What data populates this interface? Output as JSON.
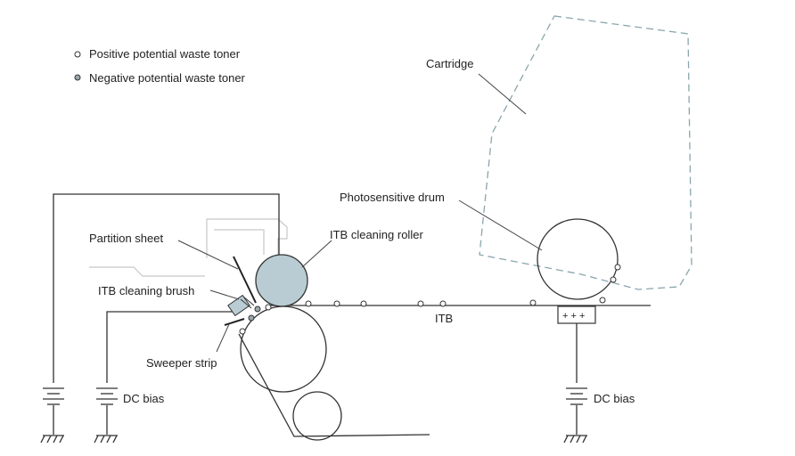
{
  "legend": {
    "positive": "Positive potential waste toner",
    "negative": "Negative potential waste toner"
  },
  "labels": {
    "cartridge": "Cartridge",
    "photosensitive_drum": "Photosensitive drum",
    "itb_cleaning_roller": "ITB cleaning roller",
    "partition_sheet": "Partition sheet",
    "itb_cleaning_brush": "ITB cleaning brush",
    "sweeper_strip": "Sweeper strip",
    "itb": "ITB",
    "dc_bias_left": "DC bias",
    "dc_bias_right": "DC bias",
    "charge_marks": "+ + +"
  },
  "colors": {
    "roller_fill": "#b9ccd3",
    "negative_toner": "#9aa7ab",
    "positive_toner": "#ffffff",
    "cartridge_outline": "#8aa6ad"
  }
}
